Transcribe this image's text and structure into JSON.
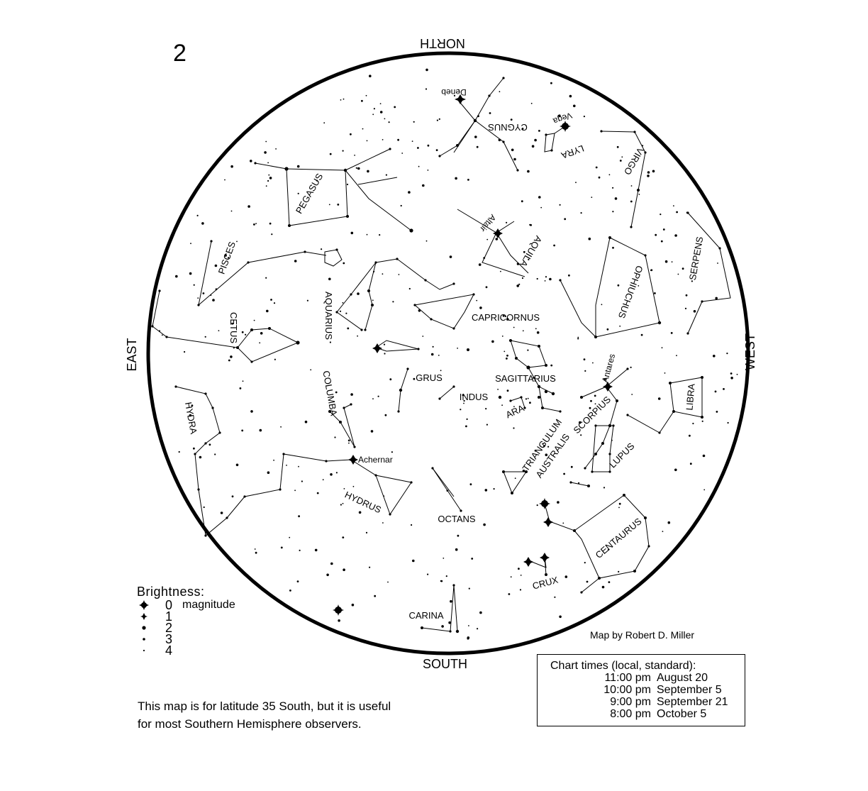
{
  "page_number": "2",
  "directions": {
    "north": "NORTH",
    "south": "SOUTH",
    "east": "EAST",
    "west": "WEST"
  },
  "constellations": [
    {
      "id": "cygnus",
      "label": "CYGNUS"
    },
    {
      "id": "lyra",
      "label": "LYRA"
    },
    {
      "id": "virgo",
      "label": "VIRGO"
    },
    {
      "id": "pegasus",
      "label": "PEGASUS"
    },
    {
      "id": "aquila",
      "label": "AQUILA"
    },
    {
      "id": "serpens",
      "label": "SERPENS"
    },
    {
      "id": "ophiuchus",
      "label": "OPHIUCHUS"
    },
    {
      "id": "pisces",
      "label": "PISCES"
    },
    {
      "id": "aquarius",
      "label": "AQUARIUS"
    },
    {
      "id": "capricornus",
      "label": "CAPRICORNUS"
    },
    {
      "id": "cetus",
      "label": "CETUS"
    },
    {
      "id": "grus",
      "label": "GRUS"
    },
    {
      "id": "sagittarius",
      "label": "SAGITTARIUS"
    },
    {
      "id": "indus",
      "label": "INDUS"
    },
    {
      "id": "columba",
      "label": "COLUMBA"
    },
    {
      "id": "libra",
      "label": "LIBRA"
    },
    {
      "id": "scorpius",
      "label": "SCORPIUS"
    },
    {
      "id": "ara",
      "label": "ARA"
    },
    {
      "id": "hydra",
      "label": "HYDRA"
    },
    {
      "id": "triangulum",
      "label": "TRIANGULUM"
    },
    {
      "id": "australis",
      "label": "AUSTRALIS"
    },
    {
      "id": "lupus",
      "label": "LUPUS"
    },
    {
      "id": "hydrus",
      "label": "HYDRUS"
    },
    {
      "id": "octans",
      "label": "OCTANS"
    },
    {
      "id": "centaurus",
      "label": "CENTAURUS"
    },
    {
      "id": "crux",
      "label": "CRUX"
    },
    {
      "id": "carina",
      "label": "CARINA"
    }
  ],
  "stars": [
    {
      "id": "deneb",
      "label": "Deneb"
    },
    {
      "id": "vega",
      "label": "Vega"
    },
    {
      "id": "altair",
      "label": "Altair"
    },
    {
      "id": "antares",
      "label": "Antares"
    },
    {
      "id": "achernar",
      "label": "Achernar"
    }
  ],
  "legend": {
    "title": "Brightness:",
    "rows": [
      {
        "mag": "0",
        "desc": "magnitude"
      },
      {
        "mag": "1",
        "desc": ""
      },
      {
        "mag": "2",
        "desc": ""
      },
      {
        "mag": "3",
        "desc": ""
      },
      {
        "mag": "4",
        "desc": ""
      }
    ]
  },
  "credit": "Map by Robert D. Miller",
  "chart_times": {
    "title": "Chart times (local, standard):",
    "rows": [
      {
        "time": "11:00 pm",
        "date": "August 20"
      },
      {
        "time": "10:00 pm",
        "date": "September 5"
      },
      {
        "time": "9:00 pm",
        "date": "September 21"
      },
      {
        "time": "8:00 pm",
        "date": "October 5"
      }
    ]
  },
  "note": {
    "line1": "This map is for latitude 35  South, but it is useful",
    "line2": "for most Southern Hemisphere observers."
  }
}
